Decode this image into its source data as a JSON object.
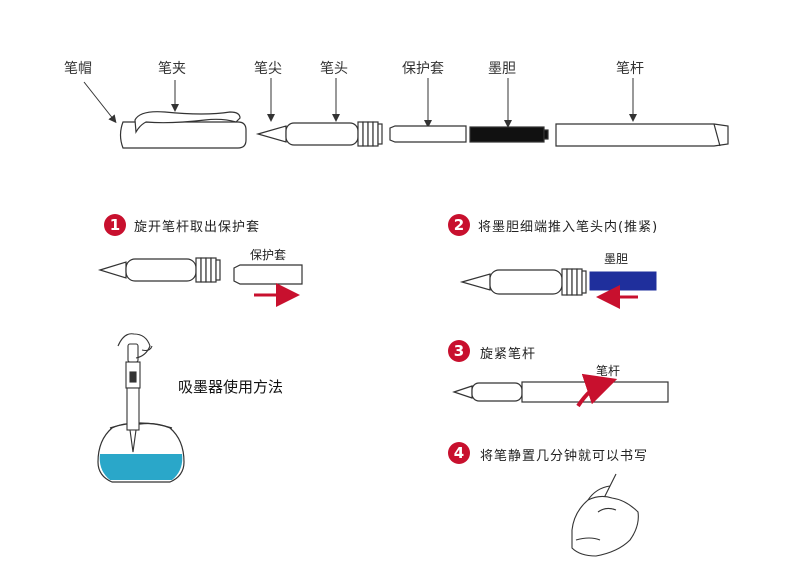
{
  "parts": {
    "cap": "笔帽",
    "clip": "笔夹",
    "nib": "笔尖",
    "section": "笔头",
    "protector": "保护套",
    "cartridge": "墨胆",
    "barrel": "笔杆"
  },
  "steps": [
    {
      "num": "1",
      "text": "旋开笔杆取出保护套",
      "tag": "保护套"
    },
    {
      "num": "2",
      "text": "将墨胆细端推入笔头内(推紧)",
      "tag": "墨胆"
    },
    {
      "num": "3",
      "text": "旋紧笔杆",
      "tag": "笔杆"
    },
    {
      "num": "4",
      "text": "将笔静置几分钟就可以书写"
    }
  ],
  "converter_label": "吸墨器使用方法",
  "colors": {
    "accent": "#c8102e",
    "cartridge_blue": "#1f2f9c",
    "ink": "#2aa7c9"
  }
}
